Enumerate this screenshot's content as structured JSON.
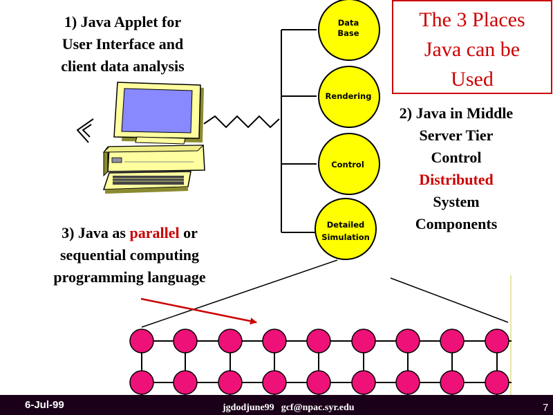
{
  "title": {
    "lines": [
      "The 3 Places",
      "Java can be",
      "Used"
    ]
  },
  "applet_label": {
    "lines": [
      "1) Java Applet for",
      "User Interface and",
      "client data analysis"
    ]
  },
  "middle_tier_label": {
    "line1": "2) Java in Middle",
    "line2": "Server Tier",
    "line3": "Control",
    "line4": "Distributed",
    "line5": "System",
    "line6": "Components"
  },
  "parallel_label": {
    "line1_prefix": "3) Java as ",
    "line1_highlight": "parallel",
    "line1_suffix": " or",
    "line2": "sequential computing",
    "line3": "programming language"
  },
  "server_nodes": [
    {
      "label_line1": "Data",
      "label_line2": "Base"
    },
    {
      "label_line1": "Rendering",
      "label_line2": ""
    },
    {
      "label_line1": "Control",
      "label_line2": ""
    },
    {
      "label_line1": "Detailed",
      "label_line2": "Simulation"
    }
  ],
  "footer": {
    "date": "6-Jul-99",
    "file": "jgdodjune99",
    "email": "gcf@npac.syr.edu",
    "page": "7"
  },
  "colors": {
    "accent_red": "#cc0000",
    "node_yellow": "#ffff00",
    "grid_node": "#ee1177",
    "footer_bg": "#1a0018",
    "screen_blue": "#8888ff",
    "computer_body": "#ffffa0"
  }
}
